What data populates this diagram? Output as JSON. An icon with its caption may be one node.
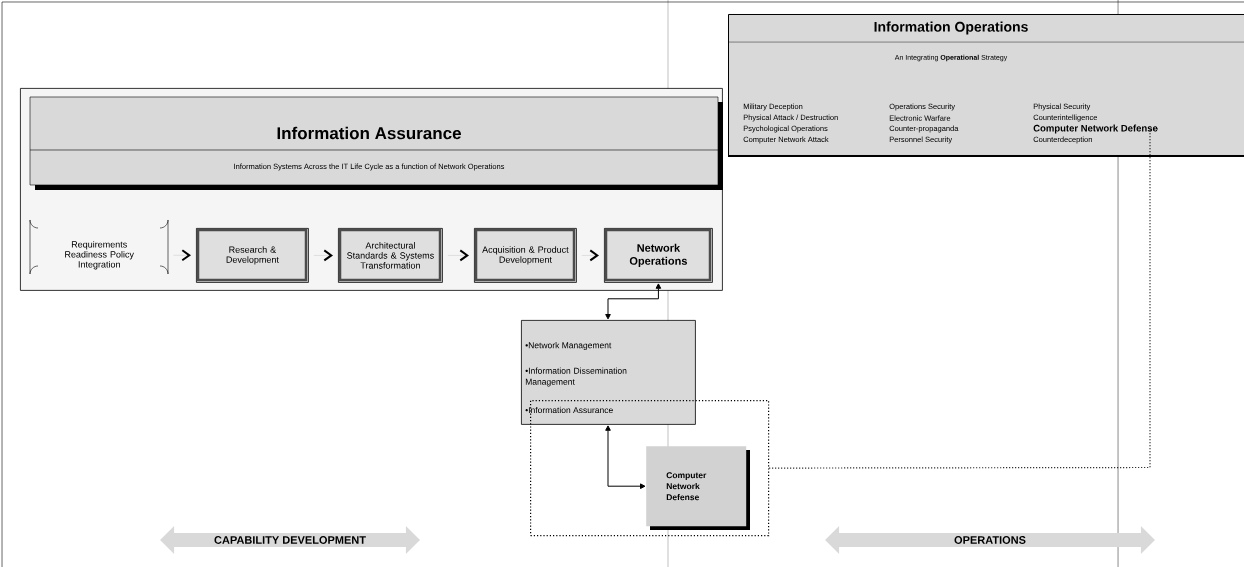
{
  "diagram": {
    "nodes": [
      {
        "text": [
          "Information Operations",
          "An Integrating **Operational** Strategy",
          "Military Deception",
          "Physical Attack / Destruction",
          "Psychological Operations",
          "Computer Network Attack",
          "Operations Security",
          "Electronic Warfare",
          "Counter-propaganda",
          "Personnel Security",
          "Physical Security",
          "Counterintelligence",
          "Counterdeception"
        ]
      },
      {
        "text": [
          "Computer Network Defense"
        ],
        "in": 0
      },
      {
        "text": [
          "Information Assurance",
          "Information Systems Across the IT Life Cycle as a function of Network Operations"
        ]
      },
      {
        "text": [
          "Requirements Readiness Policy Integration"
        ],
        "in": 2
      },
      {
        "text": [
          "Research & Development"
        ],
        "in": 2
      },
      {
        "text": [
          "Architectural Standards & Systems Transformation"
        ],
        "in": 2
      },
      {
        "text": [
          "Acquisition & Product Development"
        ],
        "in": 2
      },
      {
        "text": [
          "Network Operations"
        ],
        "in": 2
      },
      {
        "text": [
          "•Network Management",
          "•Information Dissemination Management",
          "•Information Assurance"
        ]
      },
      {
        "text": [],
        "shape": "box"
      },
      {
        "text": [
          "Computer Network Defense"
        ],
        "in": 9
      },
      {
        "text": [
          "CAPABILITY DEVELOPMENT"
        ]
      },
      {
        "text": [
          "OPERATIONS"
        ]
      }
    ],
    "edges": [
      {
        "from": 3,
        "to": 4,
        "arrow": "to"
      },
      {
        "from": 4,
        "to": 5,
        "arrow": "to"
      },
      {
        "from": 5,
        "to": 6,
        "arrow": "to"
      },
      {
        "from": 6,
        "to": 7,
        "arrow": "to"
      },
      {
        "from": 7,
        "to": 8,
        "arrow": "both"
      },
      {
        "from": 8,
        "to": 10,
        "arrow": "both"
      },
      {
        "from": 9,
        "to": 1,
        "arrow": "none",
        "style": "dashed"
      }
    ]
  }
}
